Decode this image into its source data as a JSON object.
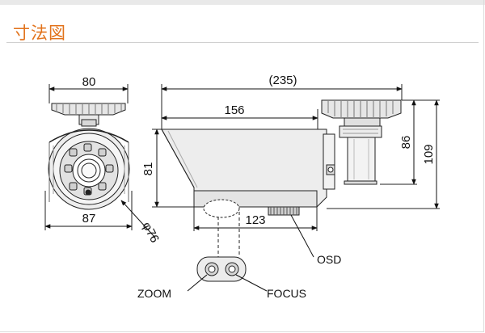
{
  "section_title": "寸法図",
  "dimensions": {
    "front_width_top": "80",
    "front_width_bottom": "87",
    "front_diameter": "φ76",
    "side_total_length": "(235)",
    "side_body_length": "156",
    "side_body_height": "81",
    "side_lower_length": "123",
    "mount_height": "86",
    "total_height": "109"
  },
  "labels": {
    "osd": "OSD",
    "zoom": "ZOOM",
    "focus": "FOCUS"
  }
}
